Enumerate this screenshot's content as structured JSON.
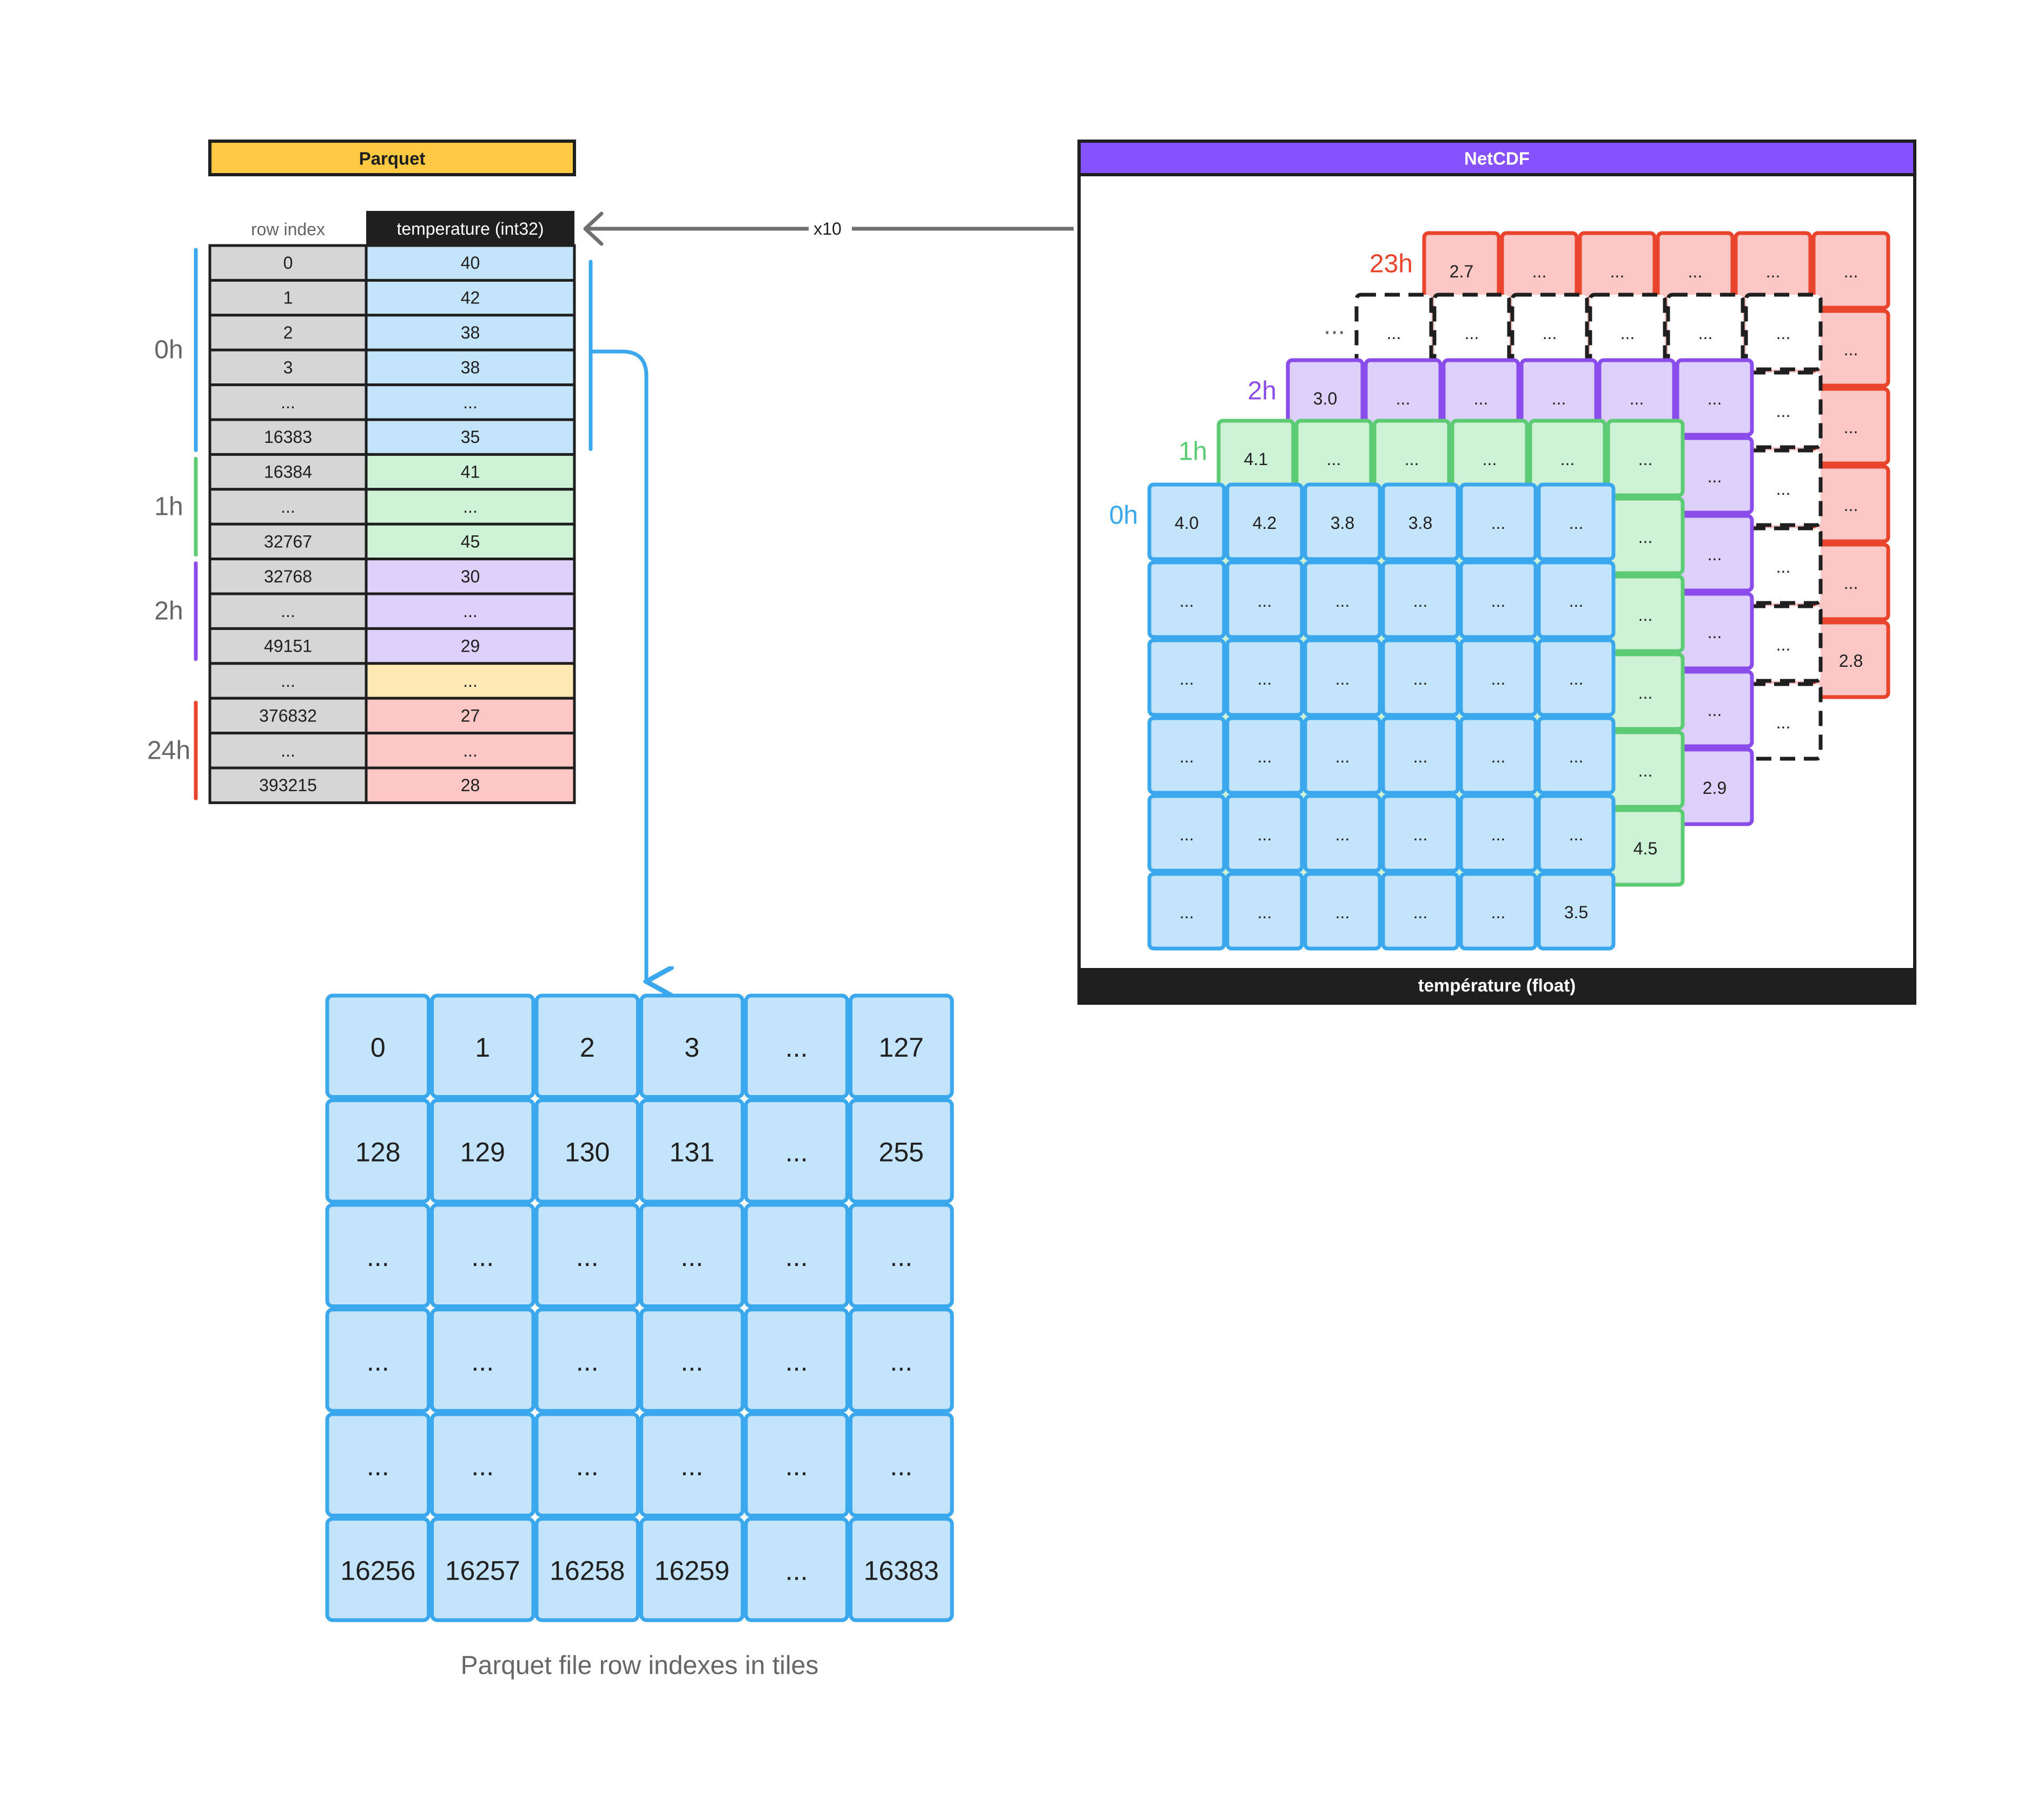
{
  "parquet": {
    "title": "Parquet",
    "col_index": "row index",
    "col_temp": "temperature (int32)",
    "rows": [
      {
        "index": "0",
        "value": "40",
        "group": "0h"
      },
      {
        "index": "1",
        "value": "42",
        "group": "0h"
      },
      {
        "index": "2",
        "value": "38",
        "group": "0h"
      },
      {
        "index": "3",
        "value": "38",
        "group": "0h"
      },
      {
        "index": "...",
        "value": "...",
        "group": "0h"
      },
      {
        "index": "16383",
        "value": "35",
        "group": "0h"
      },
      {
        "index": "16384",
        "value": "41",
        "group": "1h"
      },
      {
        "index": "...",
        "value": "...",
        "group": "1h"
      },
      {
        "index": "32767",
        "value": "45",
        "group": "1h"
      },
      {
        "index": "32768",
        "value": "30",
        "group": "2h"
      },
      {
        "index": "...",
        "value": "...",
        "group": "2h"
      },
      {
        "index": "49151",
        "value": "29",
        "group": "2h"
      },
      {
        "index": "...",
        "value": "...",
        "group": "gap"
      },
      {
        "index": "376832",
        "value": "27",
        "group": "24h"
      },
      {
        "index": "...",
        "value": "...",
        "group": "24h"
      },
      {
        "index": "393215",
        "value": "28",
        "group": "24h"
      }
    ],
    "groups": [
      "0h",
      "1h",
      "2h",
      "24h"
    ]
  },
  "arrow_label": "x10",
  "netcdf": {
    "title": "NetCDF",
    "footer": "température (float)",
    "layers": [
      {
        "label": "23h",
        "cells": [
          [
            "2.7",
            "...",
            "...",
            "...",
            "...",
            "..."
          ],
          [
            "...",
            "...",
            "...",
            "...",
            "...",
            "..."
          ],
          [
            "...",
            "...",
            "...",
            "...",
            "...",
            "..."
          ],
          [
            "...",
            "...",
            "...",
            "...",
            "...",
            "..."
          ],
          [
            "...",
            "...",
            "...",
            "...",
            "...",
            "..."
          ],
          [
            "...",
            "...",
            "...",
            "...",
            "...",
            "2.8"
          ]
        ]
      },
      {
        "label": "...",
        "cells": [
          [
            "...",
            "...",
            "...",
            "...",
            "...",
            "..."
          ],
          [
            "...",
            "...",
            "...",
            "...",
            "...",
            "..."
          ],
          [
            "...",
            "...",
            "...",
            "...",
            "...",
            "..."
          ],
          [
            "...",
            "...",
            "...",
            "...",
            "...",
            "..."
          ],
          [
            "...",
            "...",
            "...",
            "...",
            "...",
            "..."
          ],
          [
            "...",
            "...",
            "...",
            "...",
            "...",
            "..."
          ]
        ]
      },
      {
        "label": "2h",
        "cells": [
          [
            "3.0",
            "...",
            "...",
            "...",
            "...",
            "..."
          ],
          [
            "...",
            "...",
            "...",
            "...",
            "...",
            "..."
          ],
          [
            "...",
            "...",
            "...",
            "...",
            "...",
            "..."
          ],
          [
            "...",
            "...",
            "...",
            "...",
            "...",
            "..."
          ],
          [
            "...",
            "...",
            "...",
            "...",
            "...",
            "..."
          ],
          [
            "...",
            "...",
            "...",
            "...",
            "...",
            "2.9"
          ]
        ]
      },
      {
        "label": "1h",
        "cells": [
          [
            "4.1",
            "...",
            "...",
            "...",
            "...",
            "..."
          ],
          [
            "...",
            "...",
            "...",
            "...",
            "...",
            "..."
          ],
          [
            "...",
            "...",
            "...",
            "...",
            "...",
            "..."
          ],
          [
            "...",
            "...",
            "...",
            "...",
            "...",
            "..."
          ],
          [
            "...",
            "...",
            "...",
            "...",
            "...",
            "..."
          ],
          [
            "...",
            "...",
            "...",
            "...",
            "...",
            "4.5"
          ]
        ]
      },
      {
        "label": "0h",
        "cells": [
          [
            "4.0",
            "4.2",
            "3.8",
            "3.8",
            "...",
            "..."
          ],
          [
            "...",
            "...",
            "...",
            "...",
            "...",
            "..."
          ],
          [
            "...",
            "...",
            "...",
            "...",
            "...",
            "..."
          ],
          [
            "...",
            "...",
            "...",
            "...",
            "...",
            "..."
          ],
          [
            "...",
            "...",
            "...",
            "...",
            "...",
            "..."
          ],
          [
            "...",
            "...",
            "...",
            "...",
            "...",
            "3.5"
          ]
        ]
      }
    ]
  },
  "tiles": {
    "cells": [
      [
        "0",
        "1",
        "2",
        "3",
        "...",
        "127"
      ],
      [
        "128",
        "129",
        "130",
        "131",
        "...",
        "255"
      ],
      [
        "...",
        "...",
        "...",
        "...",
        "...",
        "..."
      ],
      [
        "...",
        "...",
        "...",
        "...",
        "...",
        "..."
      ],
      [
        "...",
        "...",
        "...",
        "...",
        "...",
        "..."
      ],
      [
        "16256",
        "16257",
        "16258",
        "16259",
        "...",
        "16383"
      ]
    ],
    "caption": "Parquet file row indexes in tiles"
  },
  "colors": {
    "blue_fill": "#C3E4FB",
    "blue_stroke": "#3BA7EC",
    "green_fill": "#CDF2D5",
    "green_stroke": "#5CCB73",
    "purple_fill": "#DDD0FB",
    "purple_stroke": "#8A4DEB",
    "red_fill": "#FCC7C4",
    "red_stroke": "#E9452E",
    "yellow_fill": "#FEE8B4",
    "grey_fill": "#D6D6D6",
    "parquet_header": "#FFCA42",
    "netcdf_header": "#8652FF",
    "dark": "#1F1F1F",
    "arrow_grey": "#707070",
    "label_grey": "#666666"
  }
}
